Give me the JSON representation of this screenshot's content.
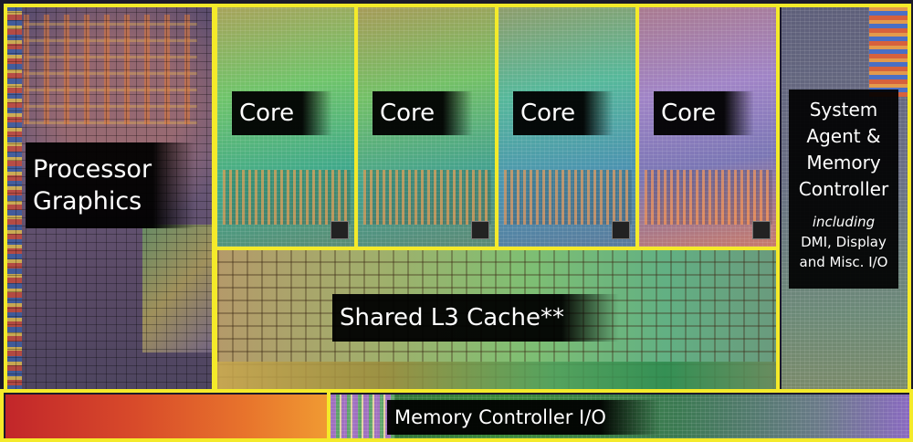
{
  "labels": {
    "processor_graphics": [
      "Processor",
      "Graphics"
    ],
    "cores": [
      "Core",
      "Core",
      "Core",
      "Core"
    ],
    "shared_l3": "Shared L3 Cache**",
    "system_agent": {
      "title_lines": [
        "System",
        "Agent &",
        "Memory",
        "Controller"
      ],
      "including": "including",
      "detail_lines": [
        "DMI, Display",
        "and Misc. I/O"
      ]
    },
    "memory_io": "Memory Controller I/O"
  },
  "colors": {
    "outline": "#f4ea2a",
    "label_bg": "#000000",
    "label_text": "#ffffff"
  }
}
